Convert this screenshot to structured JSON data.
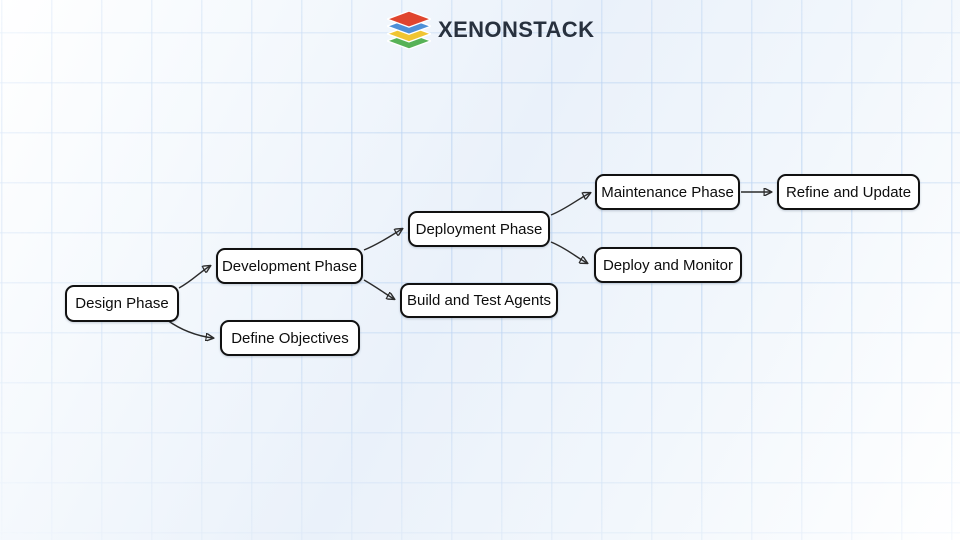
{
  "logo": {
    "text": "XENONSTACK",
    "icon": "layers-stack-icon",
    "text_color": "#28313e",
    "layers": [
      {
        "name": "red-layer",
        "color": "#e0452e"
      },
      {
        "name": "blue-layer",
        "color": "#4e90d7"
      },
      {
        "name": "yellow-layer",
        "color": "#f0c532"
      },
      {
        "name": "green-layer",
        "color": "#57b257"
      }
    ]
  },
  "diagram": {
    "nodes": [
      {
        "id": "design-phase",
        "label": "Design Phase"
      },
      {
        "id": "development-phase",
        "label": "Development Phase"
      },
      {
        "id": "define-objectives",
        "label": "Define Objectives"
      },
      {
        "id": "deployment-phase",
        "label": "Deployment Phase"
      },
      {
        "id": "build-and-test-agents",
        "label": "Build and Test Agents"
      },
      {
        "id": "maintenance-phase",
        "label": "Maintenance Phase"
      },
      {
        "id": "deploy-and-monitor",
        "label": "Deploy and Monitor"
      },
      {
        "id": "refine-and-update",
        "label": "Refine and Update"
      }
    ],
    "edges": [
      {
        "from": "design-phase",
        "to": "development-phase"
      },
      {
        "from": "design-phase",
        "to": "define-objectives"
      },
      {
        "from": "development-phase",
        "to": "deployment-phase"
      },
      {
        "from": "development-phase",
        "to": "build-and-test-agents"
      },
      {
        "from": "deployment-phase",
        "to": "maintenance-phase"
      },
      {
        "from": "deployment-phase",
        "to": "deploy-and-monitor"
      },
      {
        "from": "maintenance-phase",
        "to": "refine-and-update"
      }
    ],
    "style": {
      "node_background": "#ffffff",
      "node_border": "#111111",
      "edge_color": "#2b2b2b",
      "grid_color": "#cfe0f5"
    }
  }
}
